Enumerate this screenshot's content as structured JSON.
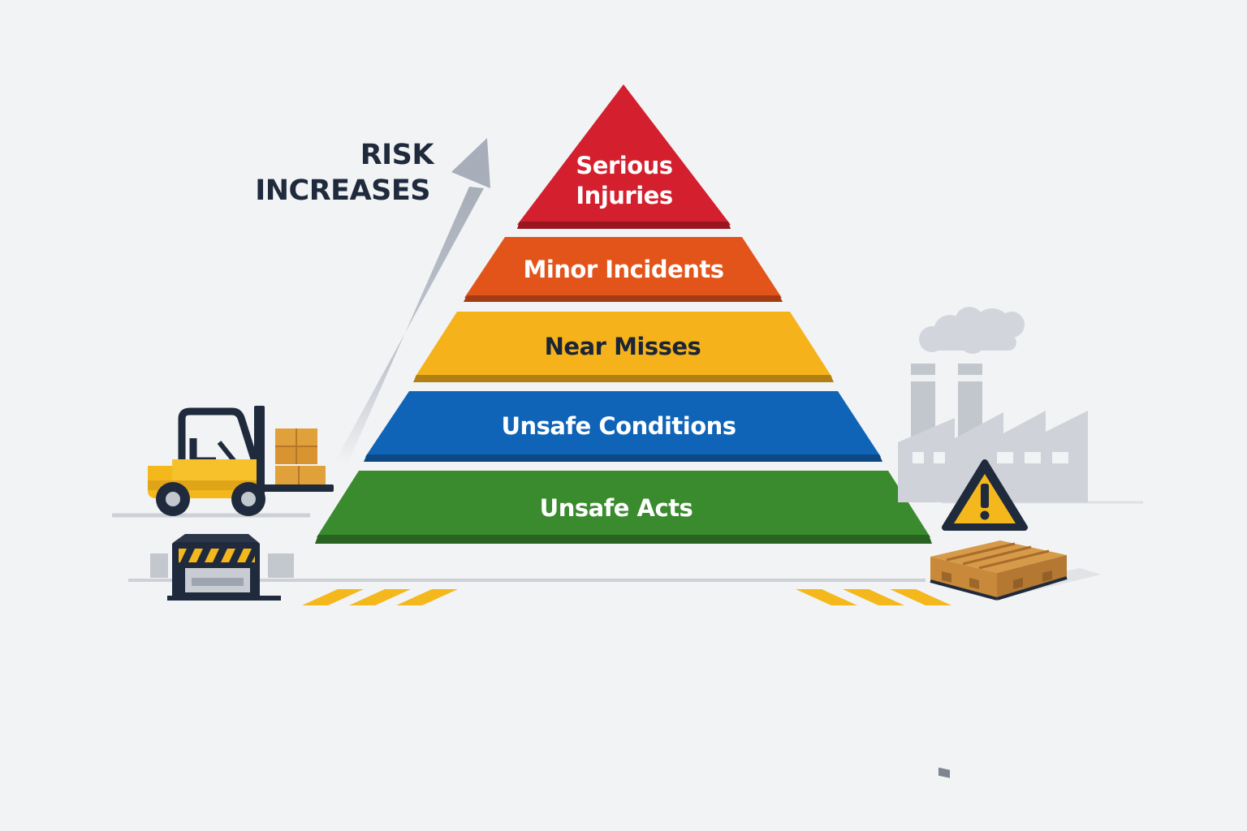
{
  "risk_note": {
    "line1": "RISK",
    "line2": "INCREASES"
  },
  "pyramid": {
    "tiers": [
      {
        "line1": "Serious",
        "line2": "Injuries",
        "color": "#d41f2e",
        "text_color": "#ffffff"
      },
      {
        "label": "Minor Incidents",
        "color": "#e3541b",
        "text_color": "#ffffff"
      },
      {
        "label": "Near Misses",
        "color": "#f6b21a",
        "text_color": "#1a2535"
      },
      {
        "label": "Unsafe Conditions",
        "color": "#0f64b8",
        "text_color": "#ffffff"
      },
      {
        "label": "Unsafe Acts",
        "color": "#3a8a2e",
        "text_color": "#ffffff"
      }
    ]
  },
  "colors": {
    "background": "#f2f3f5",
    "arrow": "#aeb4bf",
    "navy": "#1f2a3d",
    "safety_yellow": "#f4b81c",
    "pallet_wood": "#c8893a",
    "factory_gray": "#cfd3d9"
  },
  "icons": [
    "forklift-icon",
    "machine-icon",
    "factory-icon",
    "warning-icon",
    "pallet-icon"
  ]
}
